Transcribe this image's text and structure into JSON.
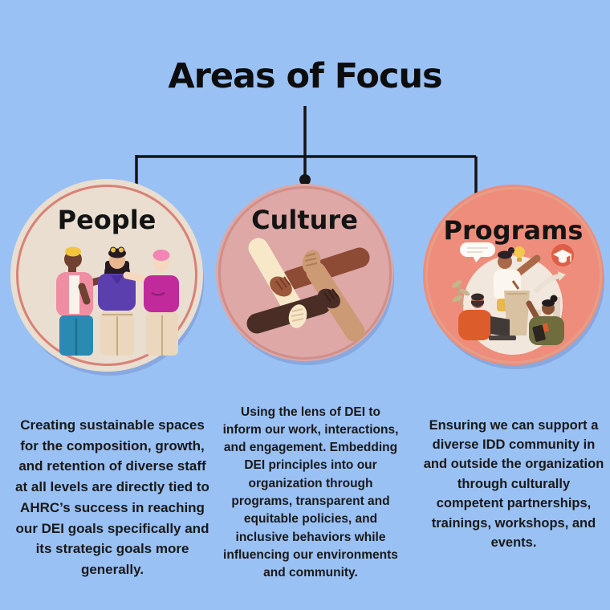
{
  "title": "Areas of Focus",
  "colors": {
    "background": "#9ac1f4",
    "connector_line": "#141414",
    "body_text": "#191919"
  },
  "columns": [
    {
      "id": "people",
      "label": "People",
      "circle_fill": "#e9ded0",
      "ring_color": "#d98176",
      "illustration": "three-diverse-people-illustration",
      "description": "Creating sustainable spaces for the composition, growth, and retention of diverse staff at all levels are directly tied to AHRC’s success in reaching our DEI goals specifically and its strategic goals more generally."
    },
    {
      "id": "culture",
      "label": "Culture",
      "circle_fill": "#dda8a5",
      "ring_color": "#d08f8a",
      "illustration": "unity-hands-illustration",
      "description": "Using the lens of DEI to inform our work, interactions, and engagement. Embedding DEI principles into our organization through programs, transparent and equitable policies, and inclusive behaviors while influencing our environments and community."
    },
    {
      "id": "programs",
      "label": "Programs",
      "circle_fill": "#ee8d7b",
      "ring_color": "#e59e88",
      "illustration": "presentation-scene-illustration",
      "description": "Ensuring we can support a diverse IDD community in and outside the organization through culturally competent partnerships, trainings, workshops, and events."
    }
  ]
}
